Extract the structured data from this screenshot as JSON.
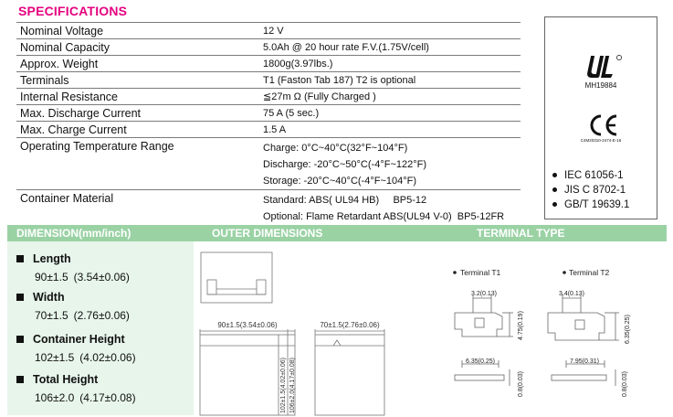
{
  "title": "SPECIFICATIONS",
  "specs": [
    {
      "label": "Nominal Voltage",
      "values": [
        "12 V"
      ]
    },
    {
      "label": "Nominal Capacity",
      "values": [
        "5.0Ah @ 20 hour rate F.V.(1.75V/cell)"
      ]
    },
    {
      "label": "Approx. Weight",
      "values": [
        "1800g(3.97lbs.)"
      ]
    },
    {
      "label": "Terminals",
      "values": [
        "T1 (Faston Tab 187) T2 is optional"
      ]
    },
    {
      "label": "Internal Resistance",
      "values": [
        "≦27m Ω (Fully Charged )"
      ]
    },
    {
      "label": "Max. Discharge Current",
      "values": [
        "75 A (5 sec.)"
      ]
    },
    {
      "label": "Max. Charge Current",
      "values": [
        "1.5 A"
      ]
    },
    {
      "label": "Operating Temperature Range",
      "values": [
        "Charge: 0°C~40°C(32°F~104°F)",
        "Discharge: -20°C~50°C(-4°F~122°F)",
        "Storage: -20°C~40°C(-4°F~104°F)"
      ]
    },
    {
      "label": "Container Material",
      "values": [
        "Standard: ABS( UL94 HB)     BP5-12",
        "Optional: Flame Retardant ABS(UL94 V-0)  BP5-12FR"
      ]
    }
  ],
  "certifications": {
    "ul_number": "MH19884",
    "ce_number": "C4M20310-2474-E-16",
    "standards": [
      "IEC 61056-1",
      "JIS C 8702-1",
      "GB/T 19639.1"
    ]
  },
  "band": {
    "dimension": "DIMENSION(mm/inch)",
    "outer": "OUTER DIMENSIONS",
    "terminal": "TERMINAL TYPE"
  },
  "dimensions": [
    {
      "label": "Length",
      "mm": "90±1.5",
      "inch": "(3.54±0.06)"
    },
    {
      "label": "Width",
      "mm": "70±1.5",
      "inch": "(2.76±0.06)"
    },
    {
      "label": "Container Height",
      "mm": "102±1.5",
      "inch": "(4.02±0.06)"
    },
    {
      "label": "Total  Height",
      "mm": "106±2.0",
      "inch": "(4.17±0.08)"
    }
  ],
  "outer_drawing": {
    "front_width": "90±1.5(3.54±0.06)",
    "side_width": "70±1.5(2.76±0.06)",
    "container_height": "102±1.5(4.02±0.06)",
    "total_height": "106±2.0(4.17±0.08)"
  },
  "terminals": {
    "t1": {
      "name": "Terminal T1",
      "top_width": "3.2(0.13)",
      "height": "4.75(0.19)",
      "tab_width": "6.35(0.25)",
      "thickness": "0.8(0.03)"
    },
    "t2": {
      "name": "Terminal T2",
      "top_width": "3.4(0.13)",
      "height": "6.35(0.25)",
      "tab_width": "7.95(0.31)",
      "thickness": "0.8(0.03)"
    }
  }
}
